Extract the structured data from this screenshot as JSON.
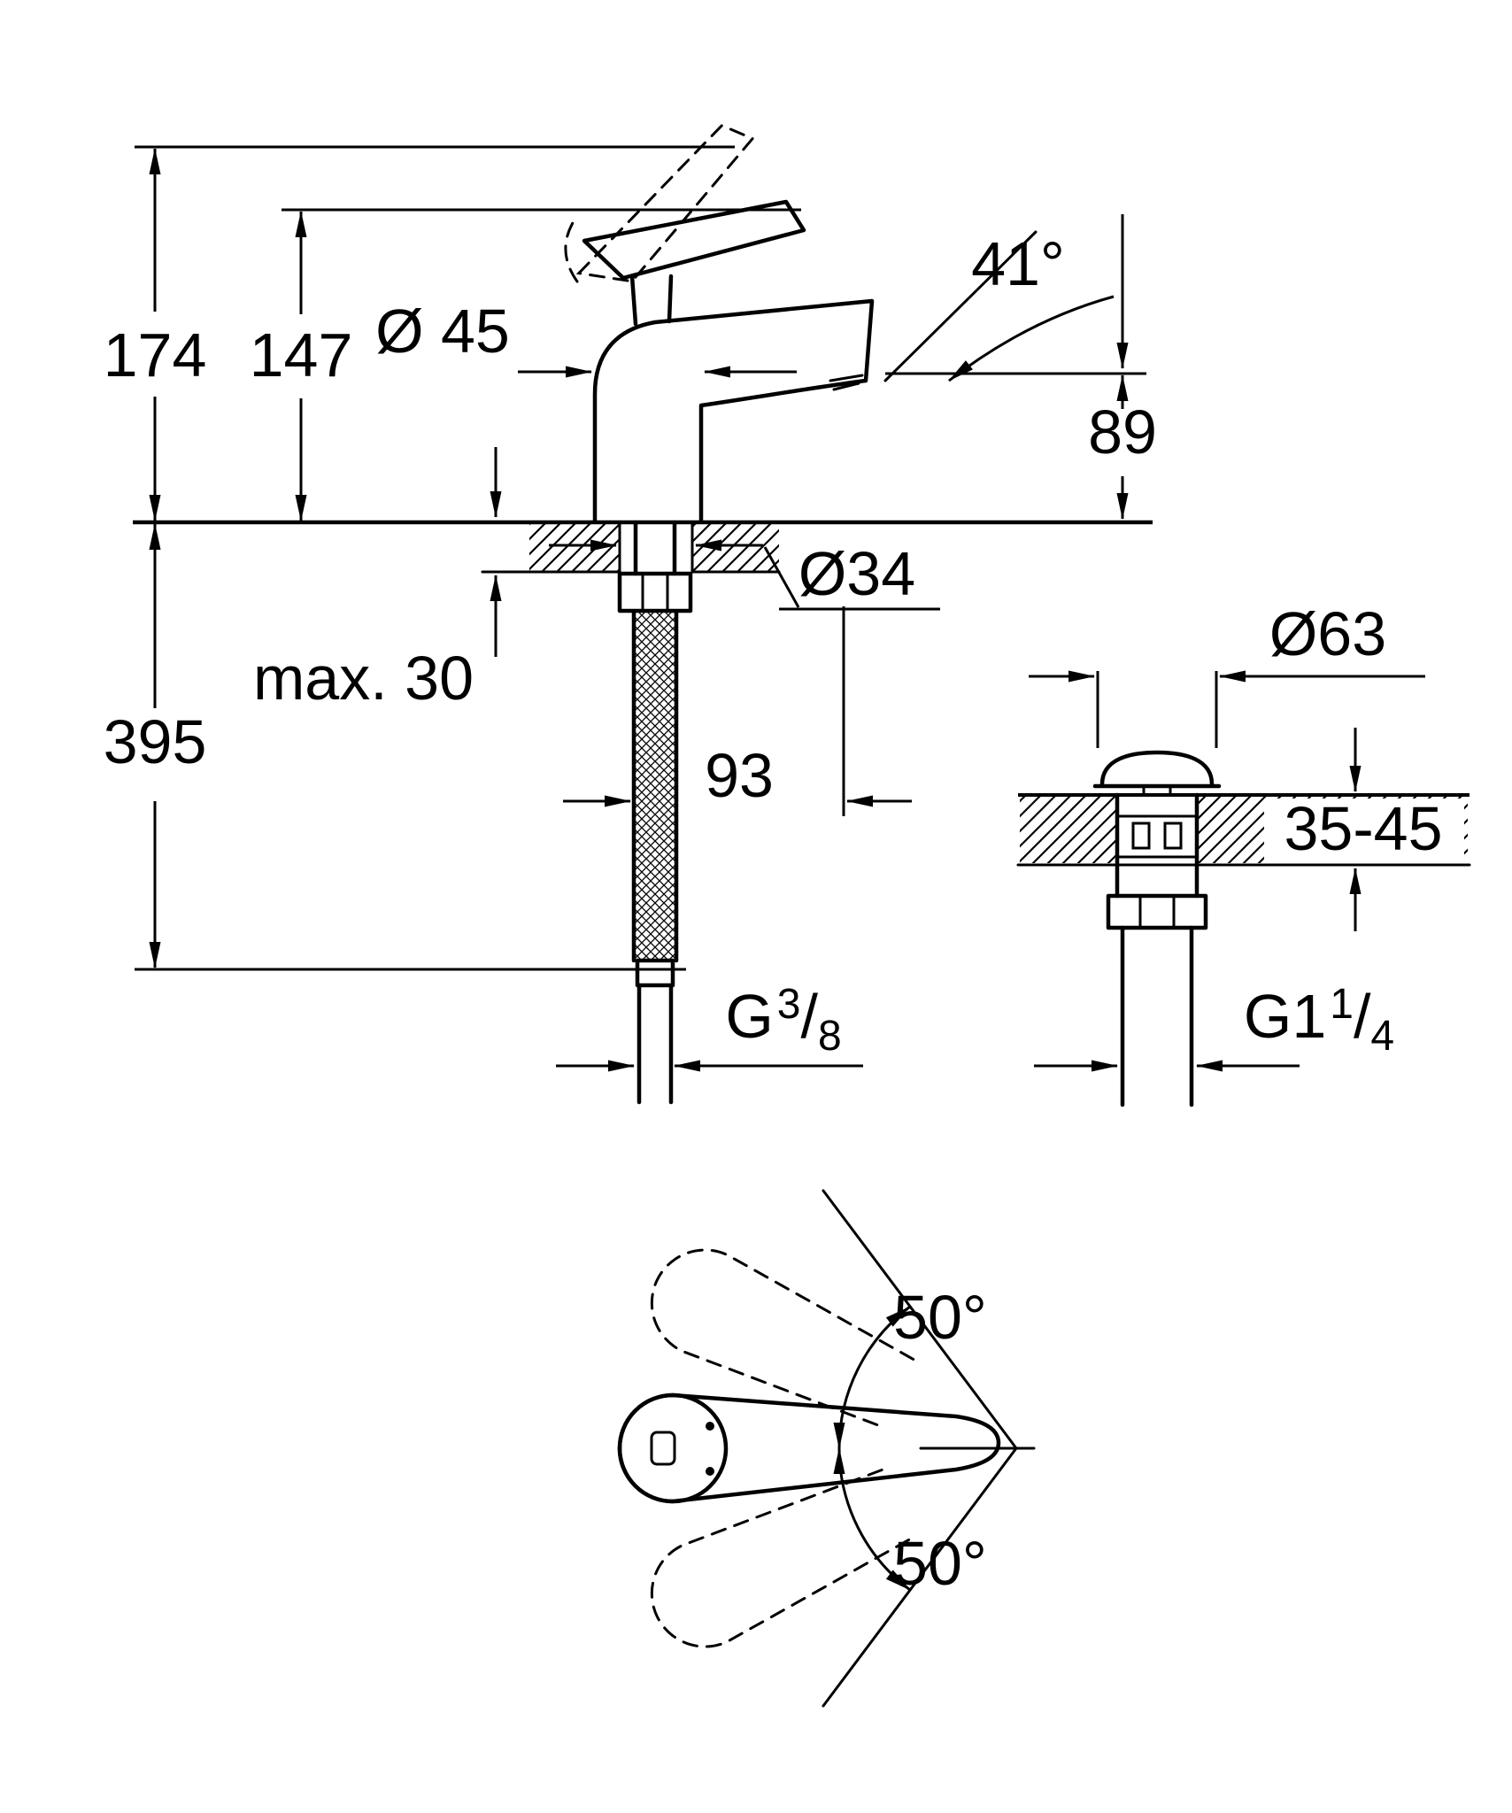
{
  "drawing": {
    "type": "technical-dimension-drawing",
    "subject": "single-lever basin mixer faucet with pop-up waste",
    "colors": {
      "background": "#ffffff",
      "line": "#000000"
    },
    "labels": {
      "height_overall": "174",
      "height_to_lever": "147",
      "body_diameter": "Ø 45",
      "spout_angle": "41°",
      "spout_height": "89",
      "hole_diameter": "Ø34",
      "max_deck_thickness": "max. 30",
      "supply_length": "395",
      "hose_offset": "93",
      "waste_flange_diameter": "Ø63",
      "waste_deck_range": "35-45",
      "supply_thread": {
        "prefix": "G",
        "numerator": "3",
        "slash": "/",
        "denominator": "8"
      },
      "waste_thread": {
        "prefix": "G1",
        "numerator": "1",
        "slash": "/",
        "denominator": "4"
      },
      "swivel_angle_upper": "50°",
      "swivel_angle_lower": "50°"
    }
  }
}
